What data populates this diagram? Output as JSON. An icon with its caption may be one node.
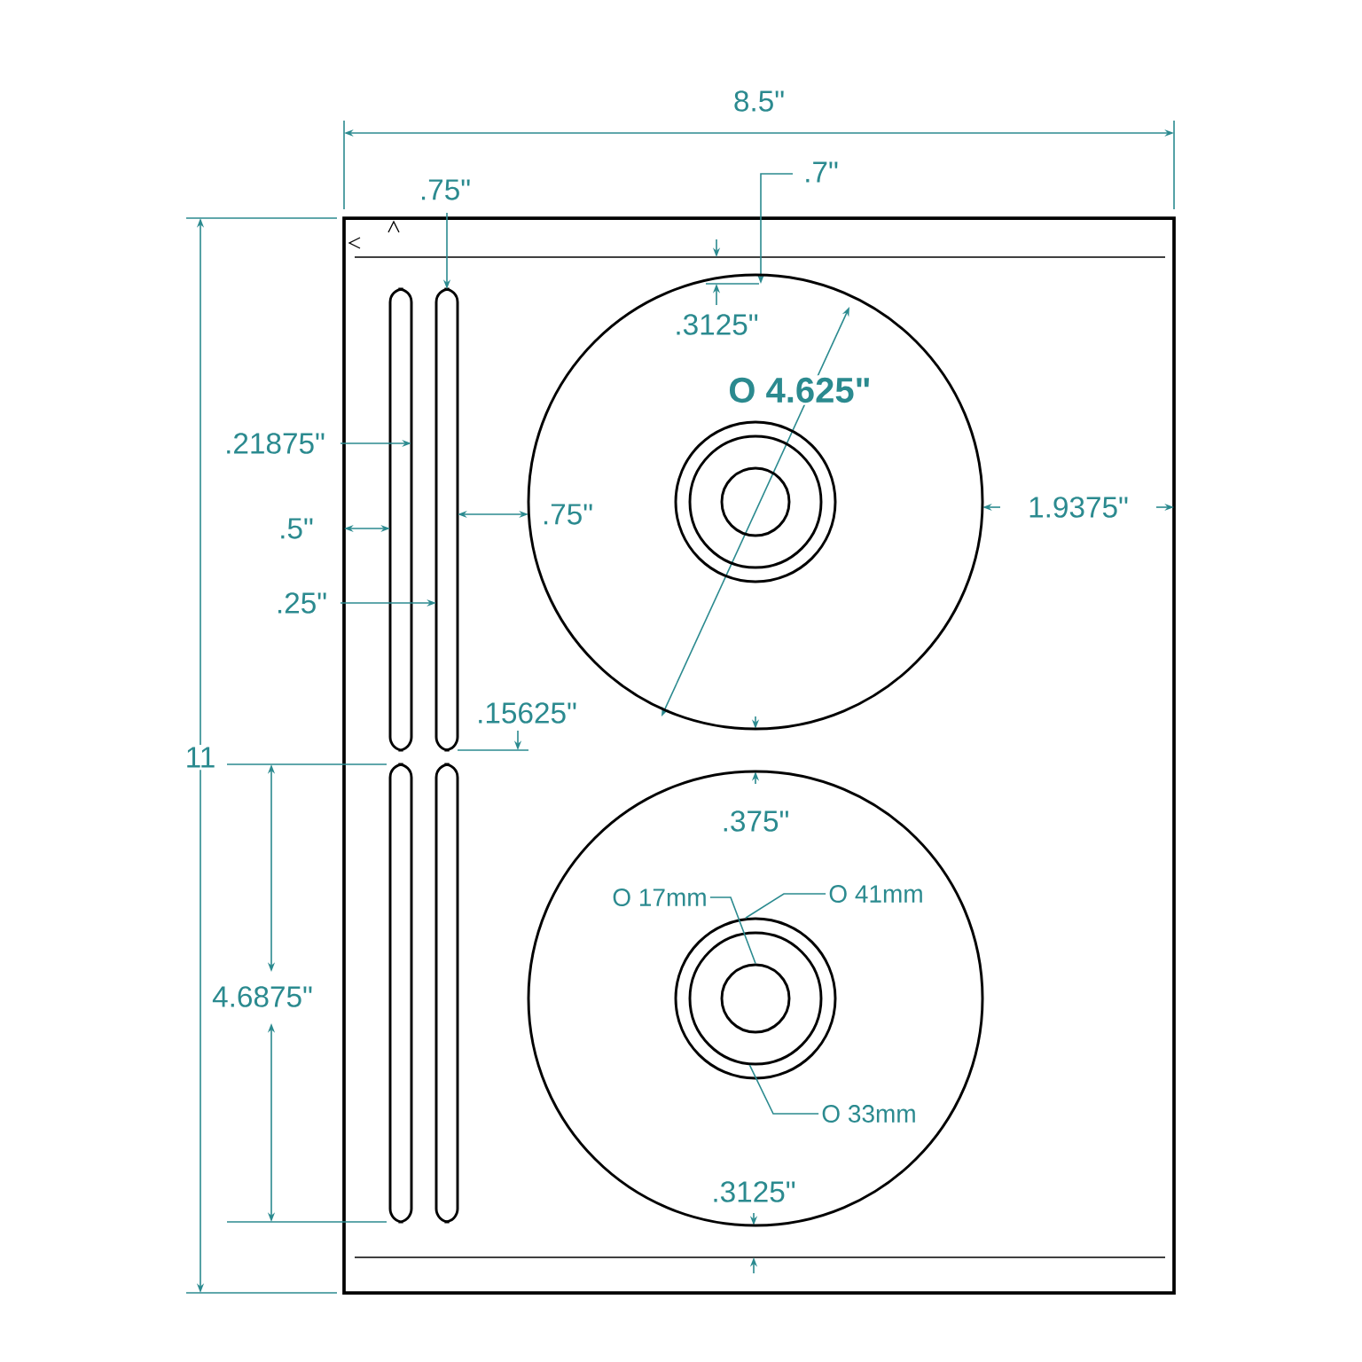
{
  "diagram": {
    "nodes": [
      {
        "text": [],
        "shape": "circle"
      },
      {
        "text": [],
        "shape": "circle",
        "in": 0
      },
      {
        "text": [],
        "shape": "circle",
        "in": 1
      },
      {
        "text": [],
        "shape": "circle",
        "in": 2
      },
      {
        "text": [],
        "shape": "circle"
      },
      {
        "text": [
          "O 17mm"
        ],
        "in": 4
      },
      {
        "text": [
          "O 41mm"
        ],
        "in": 4
      },
      {
        "text": [],
        "shape": "circle",
        "in": 4
      },
      {
        "text": [],
        "shape": "circle",
        "in": 7
      },
      {
        "text": [],
        "shape": "circle",
        "in": 8
      },
      {
        "text": [
          "O 33mm"
        ],
        "in": 4
      }
    ],
    "edges": [
      {
        "from": 5,
        "to": 9,
        "arrow": "none"
      },
      {
        "from": 6,
        "to": 7,
        "arrow": "none"
      },
      {
        "from": 10,
        "to": 8,
        "arrow": "none"
      }
    ],
    "labels": [
      "8.5\"",
      ".7\"",
      ".75\"",
      ".3125\"",
      "O 4.625\"",
      ".21875\"",
      ".5\"",
      ".75\"",
      "1.9375\"",
      ".25\"",
      ".15625\"",
      "11",
      ".375\"",
      "4.6875\"",
      ".3125\""
    ]
  }
}
